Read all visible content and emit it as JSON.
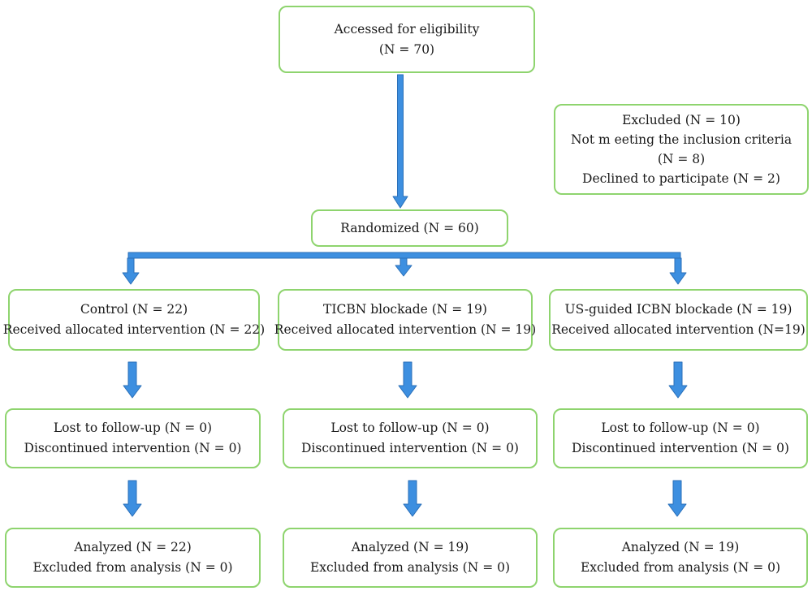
{
  "flowchart": {
    "eligibility": {
      "line1": "Accessed for eligibility",
      "line2": "(N = 70)"
    },
    "excluded": {
      "title": "Excluded (N = 10)",
      "reason1": "Not m eeting the inclusion criteria",
      "reason1_count": "(N = 8)",
      "reason2": "Declined to participate (N = 2)"
    },
    "randomized": "Randomized (N = 60)",
    "arms": [
      {
        "allocation": "Control (N = 22)",
        "received": "Received allocated intervention (N = 22)",
        "lost": "Lost to follow-up (N = 0)",
        "discontinued": "Discontinued intervention (N = 0)",
        "analyzed": "Analyzed (N = 22)",
        "excluded_analysis": "Excluded from analysis (N = 0)"
      },
      {
        "allocation": "TICBN blockade (N = 19)",
        "received": "Received allocated intervention (N = 19)",
        "lost": "Lost to follow-up (N = 0)",
        "discontinued": "Discontinued intervention (N = 0)",
        "analyzed": "Analyzed (N = 19)",
        "excluded_analysis": "Excluded from analysis (N = 0)"
      },
      {
        "allocation": "US-guided ICBN blockade (N = 19)",
        "received": "Received allocated intervention (N=19)",
        "lost": "Lost to follow-up (N = 0)",
        "discontinued": "Discontinued intervention (N = 0)",
        "analyzed": "Analyzed (N = 19)",
        "excluded_analysis": "Excluded from analysis (N = 0)"
      }
    ],
    "colors": {
      "box_border": "#8ed46e",
      "arrow_fill": "#3d8fe0",
      "arrow_stroke": "#2a6fb8"
    }
  }
}
